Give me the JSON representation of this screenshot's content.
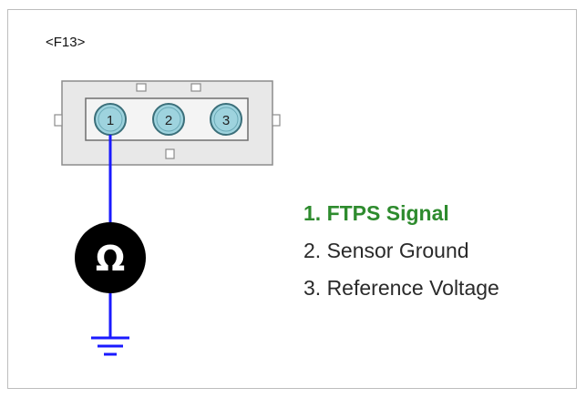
{
  "connector": {
    "id": "<F13>",
    "pins": [
      {
        "number": "1"
      },
      {
        "number": "2"
      },
      {
        "number": "3"
      }
    ]
  },
  "meter": {
    "symbol": "Ω",
    "icon": "ohm-meter-icon",
    "probe_pin": "1",
    "wire_color": "#1a1aff",
    "body_color": "#000000"
  },
  "ground": {
    "icon": "ground-symbol-icon"
  },
  "legend": {
    "items": [
      {
        "label": "1. FTPS Signal",
        "color": "#2e8b2e",
        "highlighted": true
      },
      {
        "label": "2. Sensor Ground",
        "color": "#2a2a2a",
        "highlighted": false
      },
      {
        "label": "3. Reference Voltage",
        "color": "#2a2a2a",
        "highlighted": false
      }
    ]
  },
  "colors": {
    "connector_fill": "#e8e8e8",
    "connector_stroke": "#8c8c8c",
    "pin_fill": "#9ed3de",
    "pin_stroke": "#3b6f7a"
  }
}
